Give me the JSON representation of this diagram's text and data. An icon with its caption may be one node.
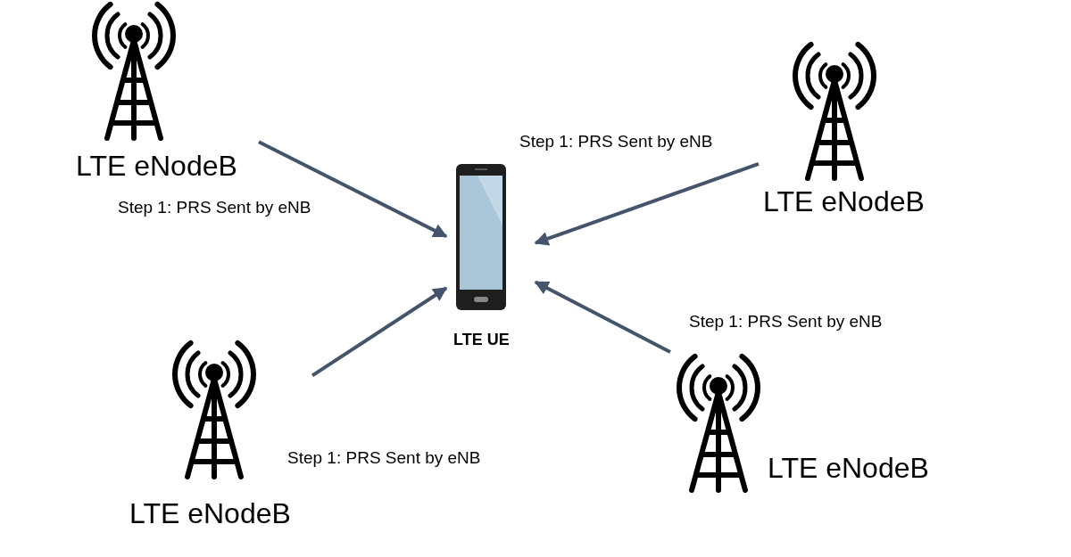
{
  "diagram": {
    "nodes": [
      {
        "text": [
          "LTE eNodeB"
        ]
      },
      {
        "text": [
          "LTE eNodeB"
        ]
      },
      {
        "text": [
          "LTE UE"
        ]
      },
      {
        "text": [
          "LTE eNodeB"
        ]
      },
      {
        "text": [
          "LTE eNodeB"
        ]
      }
    ],
    "edges": [
      {
        "from": 0,
        "to": 2,
        "arrow": "to",
        "label": "Step 1: PRS Sent by eNB"
      },
      {
        "from": 1,
        "to": 2,
        "arrow": "to",
        "label": "Step 1: PRS Sent by eNB"
      },
      {
        "from": 3,
        "to": 2,
        "arrow": "to",
        "label": "Step 1: PRS Sent by eNB"
      },
      {
        "from": 4,
        "to": 2,
        "arrow": "to",
        "label": "Step 1: PRS Sent by eNB"
      }
    ]
  }
}
